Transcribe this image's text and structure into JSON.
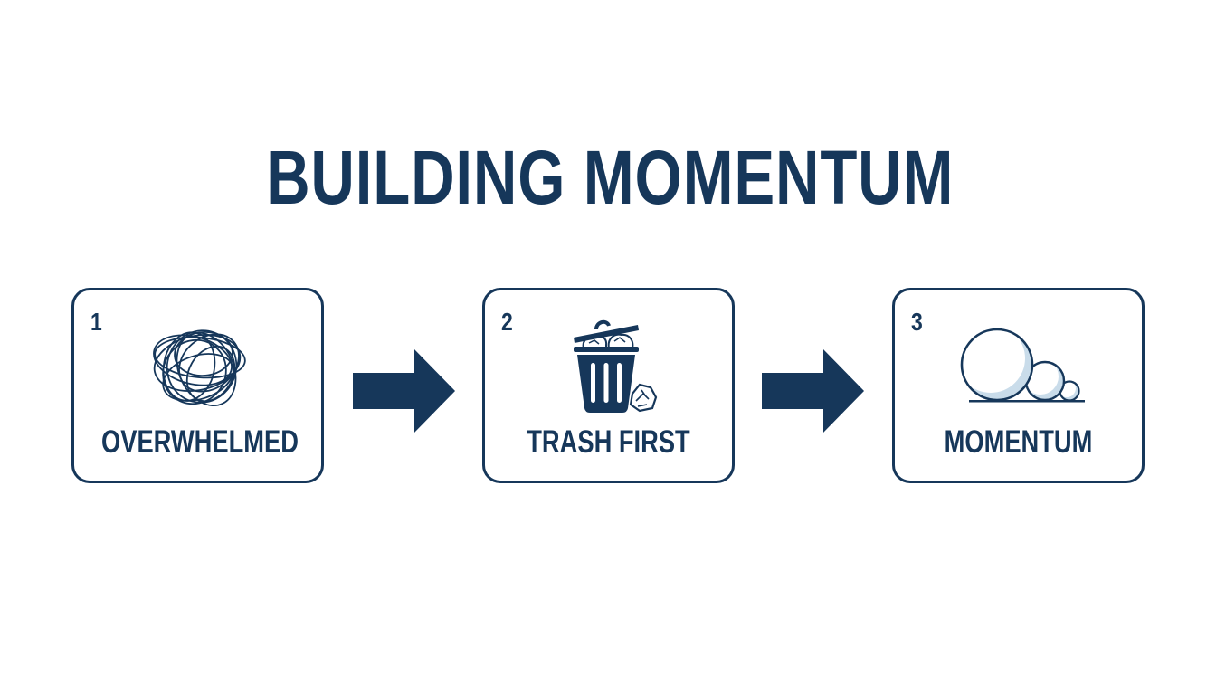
{
  "title": "BUILDING MOMENTUM",
  "colors": {
    "primary": "#16375a",
    "background": "#ffffff",
    "accent_light": "#c9dcea"
  },
  "steps": [
    {
      "number": "1",
      "label": "OVERWHELMED",
      "icon": "tangled-scribble-icon"
    },
    {
      "number": "2",
      "label": "TRASH FIRST",
      "icon": "trash-can-icon"
    },
    {
      "number": "3",
      "label": "MOMENTUM",
      "icon": "snowballs-icon"
    }
  ],
  "connectors": [
    {
      "from": "1",
      "to": "2",
      "icon": "arrow-right-icon"
    },
    {
      "from": "2",
      "to": "3",
      "icon": "arrow-right-icon"
    }
  ]
}
